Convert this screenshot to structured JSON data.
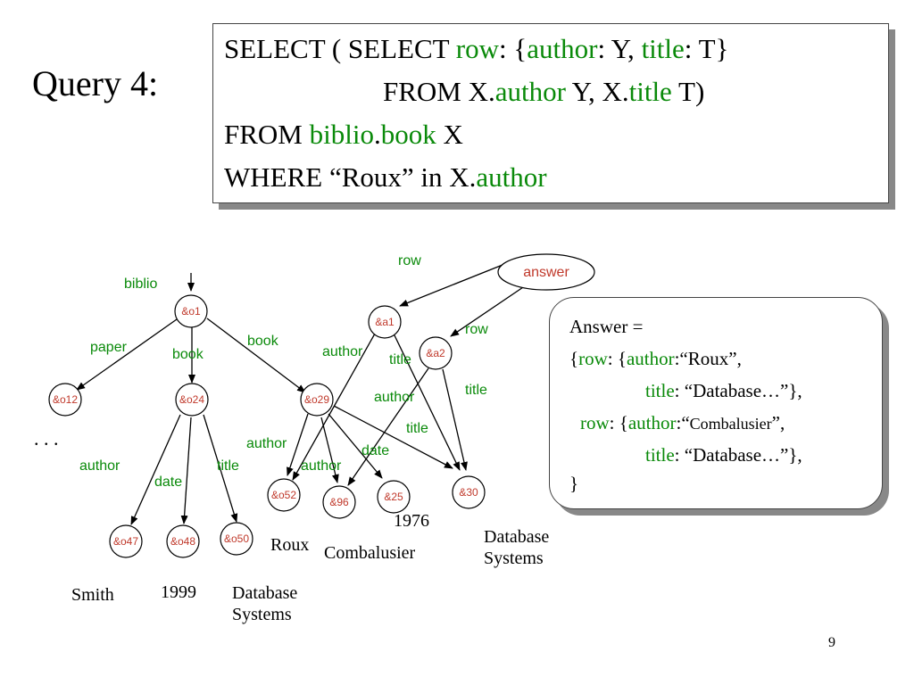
{
  "heading": "Query 4:",
  "query": {
    "line1": {
      "a": "SELECT ( SELECT ",
      "b": "row",
      "c": ": {",
      "d": "author",
      "e": ": Y, ",
      "f": "title",
      "g": ": T}"
    },
    "line2": {
      "a": "FROM X.",
      "b": "author",
      "c": " Y, X.",
      "d": "title",
      "e": " T)"
    },
    "line3": {
      "a": "FROM ",
      "b": "biblio",
      "c": ".",
      "d": "book",
      "e": " X"
    },
    "line4": {
      "a": "WHERE “Roux” in X.",
      "b": "author"
    }
  },
  "answer": {
    "line1": "Answer =",
    "line2": {
      "a": "{",
      "b": "row",
      "c": ": {",
      "d": "author",
      "e": ":“Roux”,"
    },
    "line3": {
      "a": "title",
      "b": ": “Database…”},"
    },
    "line4": {
      "a": "row",
      "b": ": {",
      "c": "author",
      "d": ":“",
      "e": "Combalusier",
      "f": "”,"
    },
    "line5": {
      "a": "title",
      "b": ": “Database…”},"
    },
    "line6": "}"
  },
  "graph": {
    "nodes": {
      "o1": "&o1",
      "o12": "&o12",
      "o24": "&o24",
      "o29": "&o29",
      "o47": "&o47",
      "o48": "&o48",
      "o50": "&o50",
      "o52": "&o52",
      "n96": "&96",
      "n25": "&25",
      "n30": "&30",
      "a1": "&a1",
      "a2": "&a2",
      "answer": "answer"
    },
    "edges": {
      "biblio": "biblio",
      "paper": "paper",
      "book1": "book",
      "book2": "book",
      "author_o24": "author",
      "date_o24": "date",
      "title_o24": "title",
      "author_o29a": "author",
      "author_o29b": "author",
      "date_o29": "date",
      "title_o29": "title",
      "row1": "row",
      "row2": "row",
      "author_a1": "author",
      "title_a1": "title",
      "author_a2": "author",
      "title_a2": "title"
    },
    "ellipsis": ". . .",
    "values": {
      "smith": "Smith",
      "y1999": "1999",
      "db1_l1": "Database",
      "db1_l2": "Systems",
      "roux": "Roux",
      "combalusier": "Combalusier",
      "y1976": "1976",
      "db2_l1": "Database",
      "db2_l2": "Systems"
    }
  },
  "page_number": "9"
}
